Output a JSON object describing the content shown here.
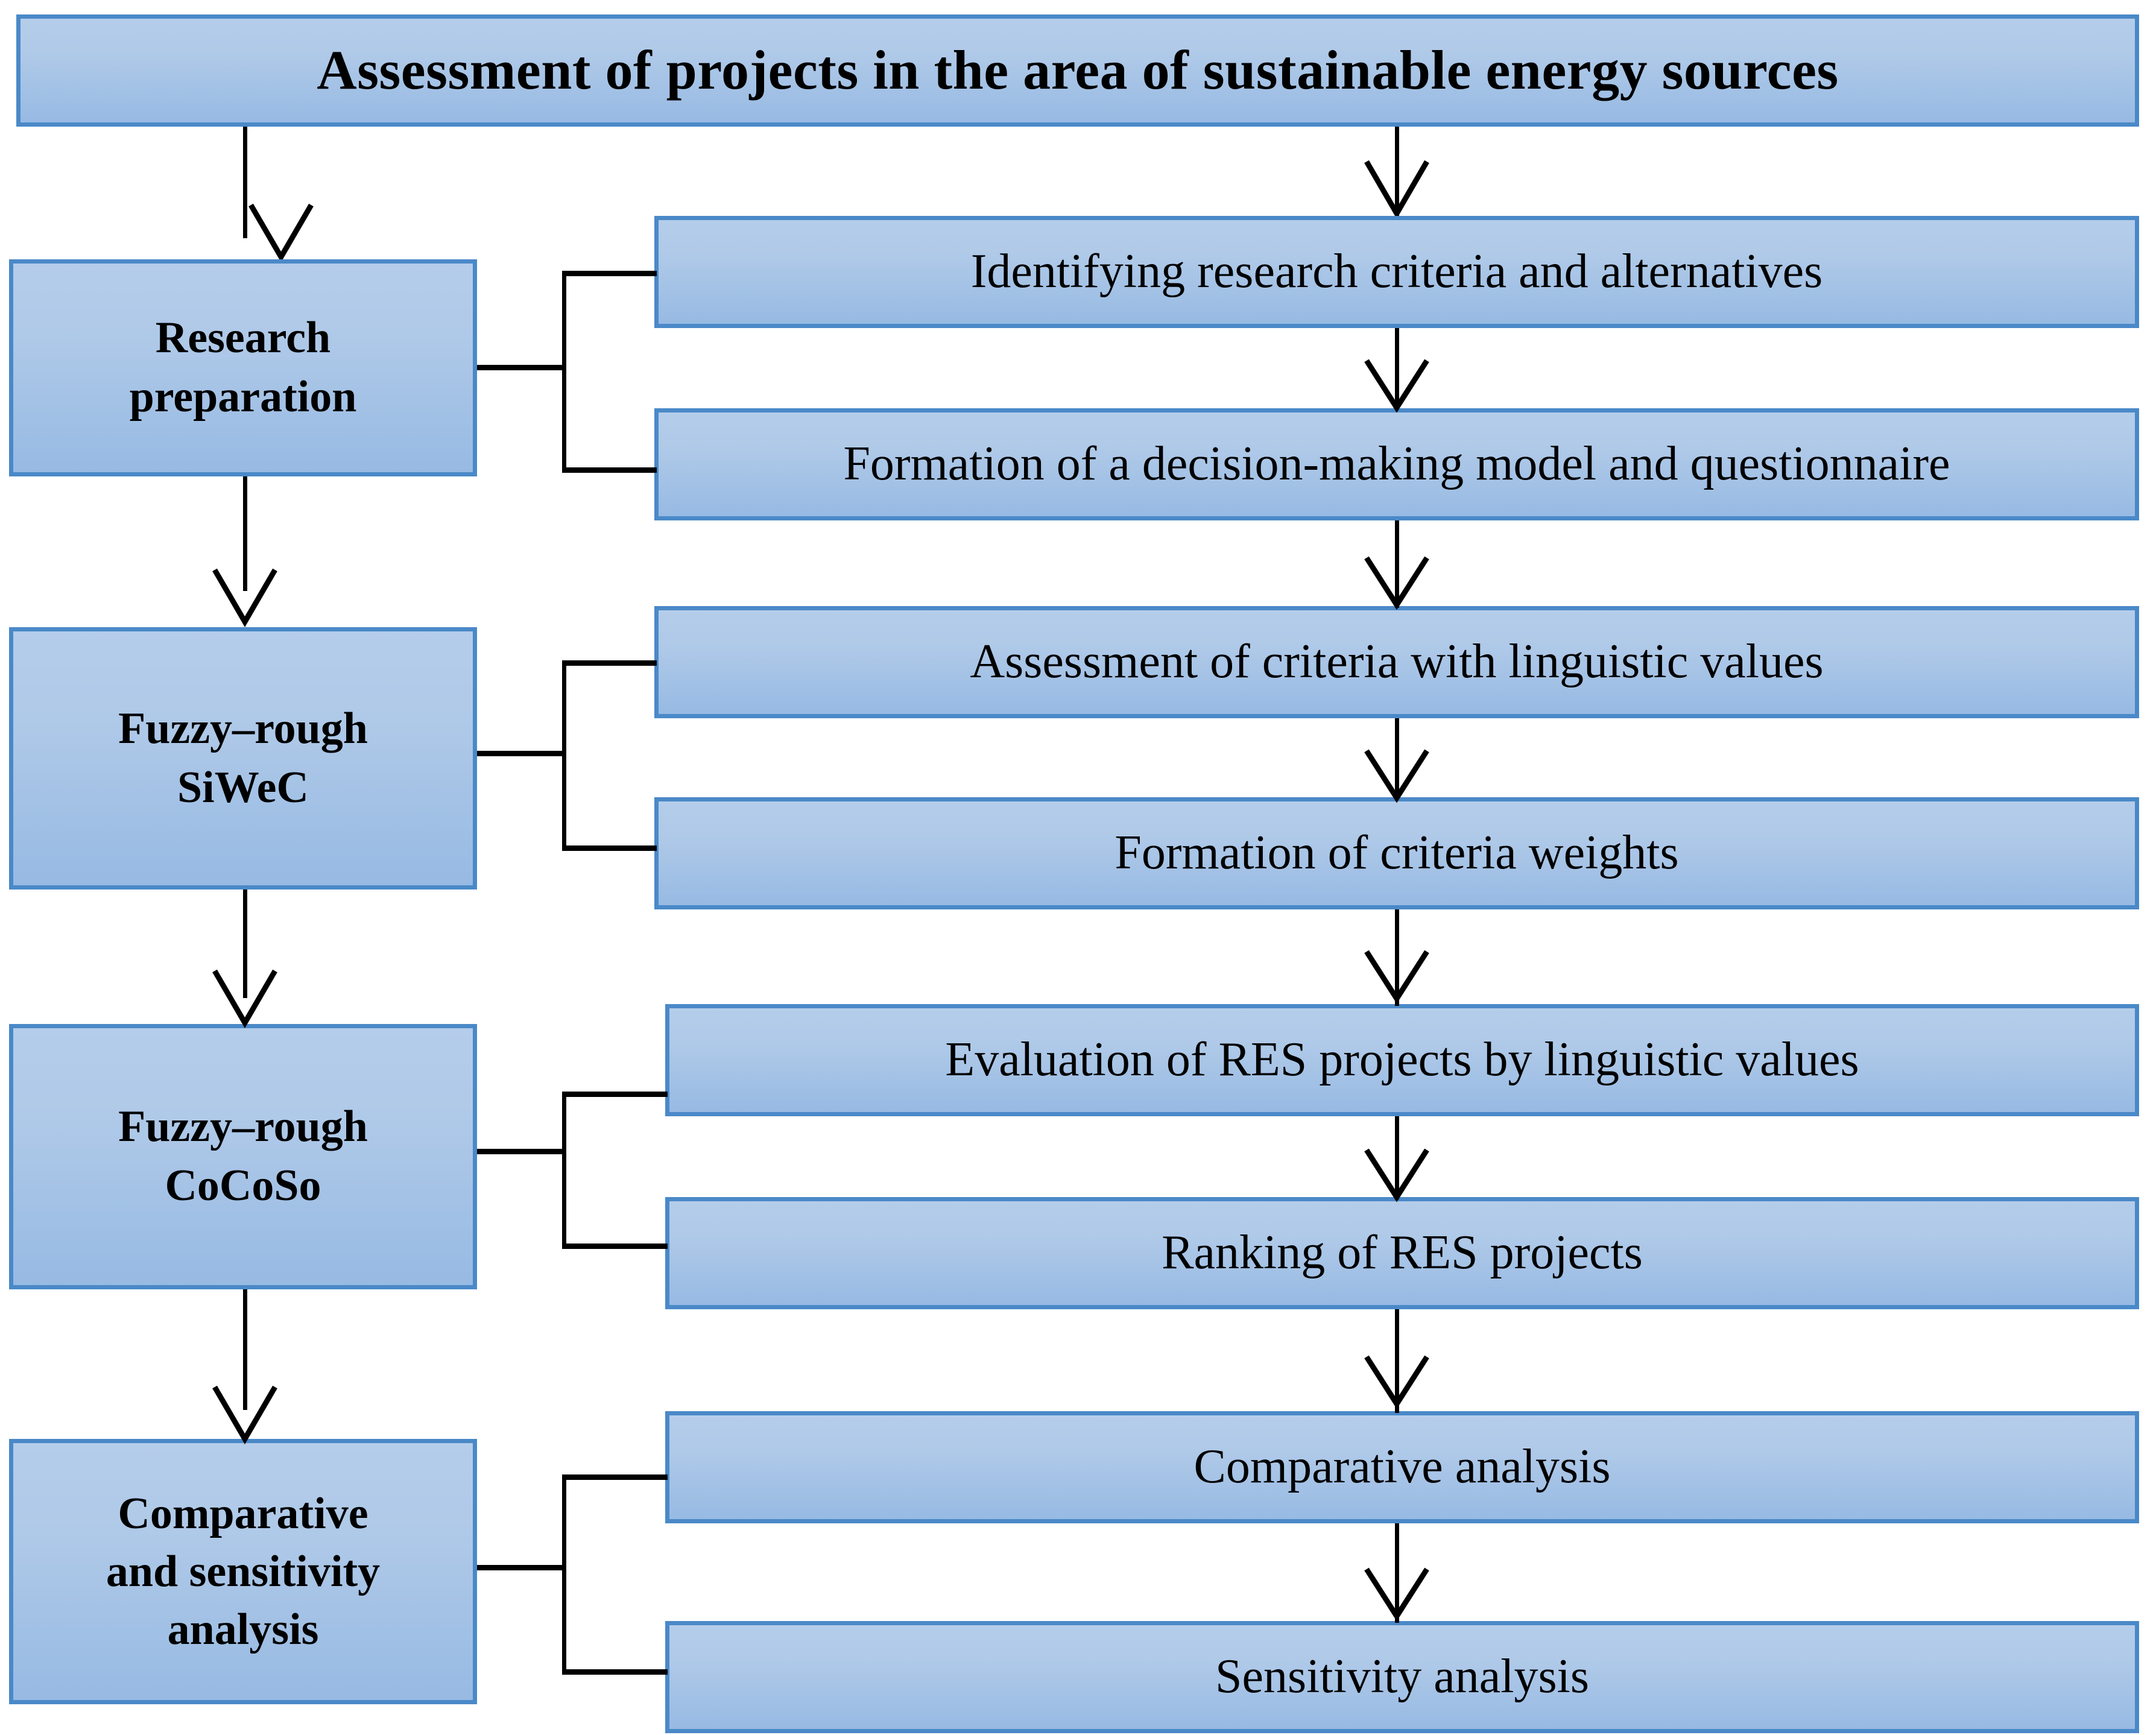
{
  "diagram": {
    "title": "Assessment of projects in the area of sustainable energy sources",
    "type": "flowchart",
    "orientation": "top-down-with-side-branches",
    "colors": {
      "box_border": "#4A89C8",
      "box_fill_top": "#B4CDEA",
      "box_fill_bottom": "#97BAE3",
      "connector": "#000000",
      "text": "#000000",
      "background": "#FFFFFF"
    },
    "stages": [
      {
        "id": "research-preparation",
        "label_lines": [
          "Research",
          "preparation"
        ],
        "steps": [
          {
            "id": "identify-criteria",
            "label": "Identifying research criteria and alternatives"
          },
          {
            "id": "decision-model",
            "label": "Formation of a decision-making model and questionnaire"
          }
        ]
      },
      {
        "id": "fuzzy-rough-siwec",
        "label_lines": [
          "Fuzzy–rough",
          "SiWeC"
        ],
        "steps": [
          {
            "id": "assess-criteria",
            "label": "Assessment of criteria with linguistic values"
          },
          {
            "id": "criteria-weights",
            "label": "Formation of criteria weights"
          }
        ]
      },
      {
        "id": "fuzzy-rough-cocoso",
        "label_lines": [
          "Fuzzy–rough",
          "CoCoSo"
        ],
        "steps": [
          {
            "id": "evaluate-res",
            "label": "Evaluation of RES projects by linguistic values"
          },
          {
            "id": "rank-res",
            "label": "Ranking of RES projects"
          }
        ]
      },
      {
        "id": "comparative-sensitivity",
        "label_lines": [
          "Comparative",
          "and sensitivity",
          "analysis"
        ],
        "steps": [
          {
            "id": "comparative-analysis",
            "label": "Comparative analysis"
          },
          {
            "id": "sensitivity-analysis",
            "label": "Sensitivity analysis"
          }
        ]
      }
    ]
  }
}
